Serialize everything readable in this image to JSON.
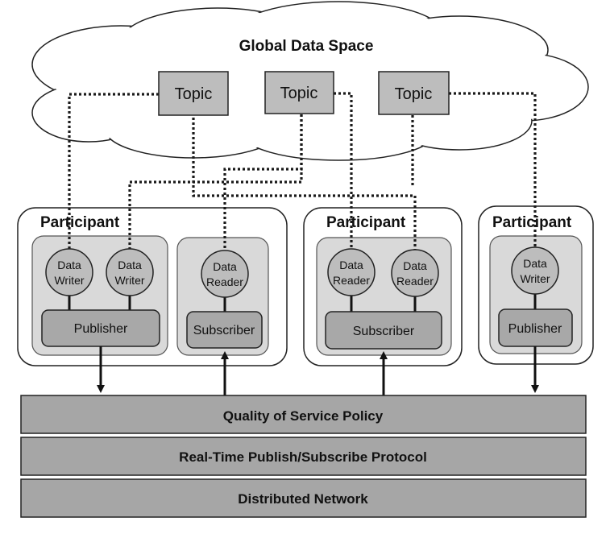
{
  "cloud": {
    "title": "Global Data Space"
  },
  "topics": [
    "Topic",
    "Topic",
    "Topic"
  ],
  "participants": [
    {
      "label": "Participant",
      "groups": [
        {
          "entities": [
            [
              "Data",
              "Writer"
            ],
            [
              "Data",
              "Writer"
            ]
          ],
          "box": "Publisher"
        },
        {
          "entities": [
            [
              "Data",
              "Reader"
            ]
          ],
          "box": "Subscriber"
        }
      ]
    },
    {
      "label": "Participant",
      "groups": [
        {
          "entities": [
            [
              "Data",
              "Reader"
            ],
            [
              "Data",
              "Reader"
            ]
          ],
          "box": "Subscriber"
        }
      ]
    },
    {
      "label": "Participant",
      "groups": [
        {
          "entities": [
            [
              "Data",
              "Writer"
            ]
          ],
          "box": "Publisher"
        }
      ]
    }
  ],
  "layers": [
    "Quality of Service Policy",
    "Real-Time Publish/Subscribe Protocol",
    "Distributed Network"
  ]
}
